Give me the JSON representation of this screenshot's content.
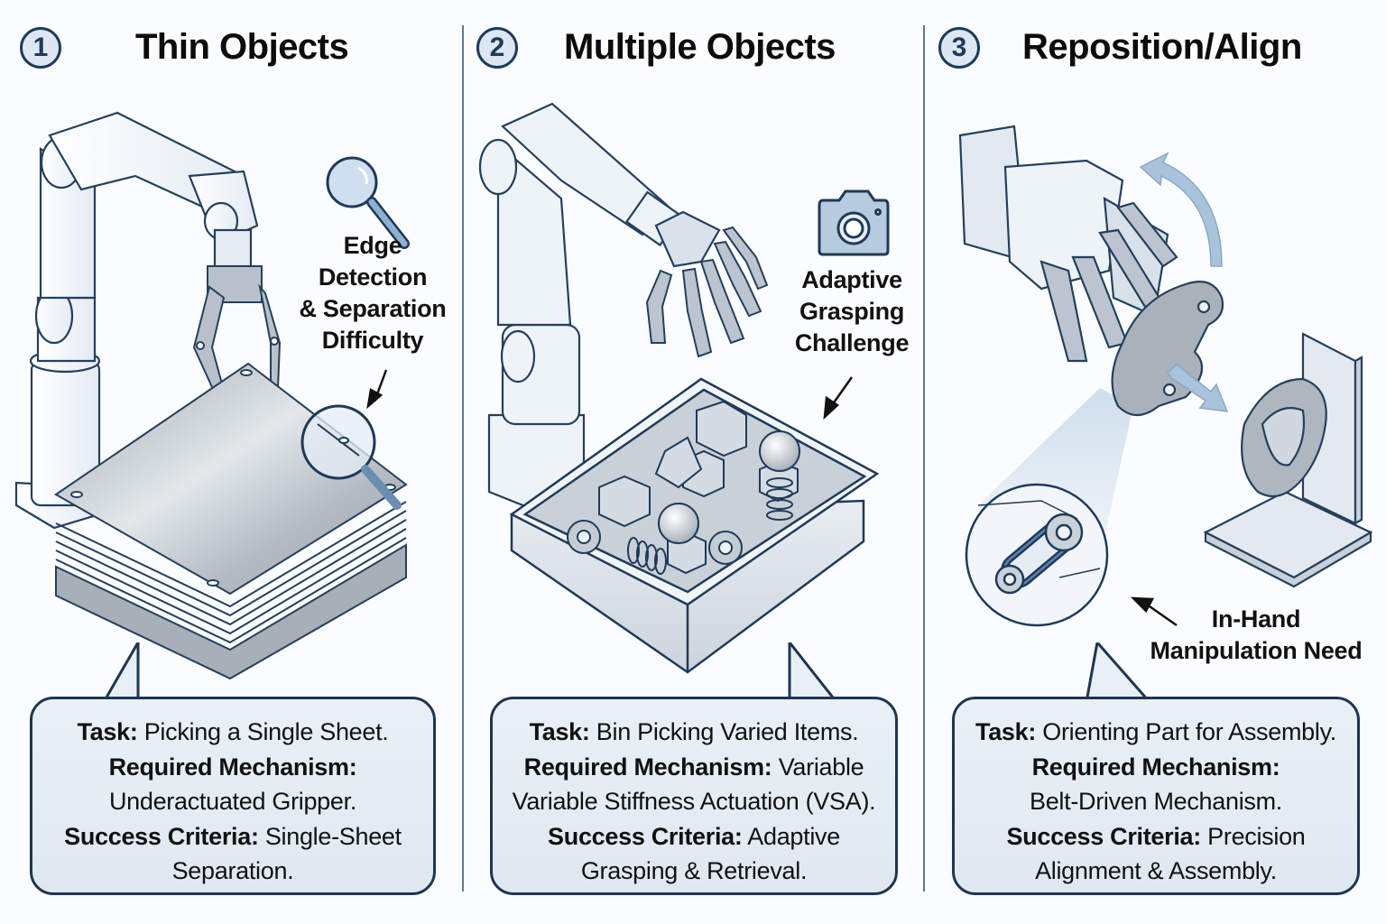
{
  "colors": {
    "accent_navy": "#1e3a5a",
    "badge_fill": "#dde7f1",
    "box_fill": "#e4ecf4",
    "divider": "#5f7890",
    "metal": "#b9c0c8",
    "highlight_blue": "#8fb0d0"
  },
  "panels": [
    {
      "number": "1",
      "title": "Thin Objects",
      "icon": "magnifier-icon",
      "callout": [
        "Edge",
        "Detection",
        "& Separation",
        "Difficulty"
      ],
      "box": {
        "lines": [
          {
            "bold": "Task:",
            "text": " Picking a Single Sheet."
          },
          {
            "bold": "Required Mechanism:",
            "text": ""
          },
          {
            "bold": "",
            "text": "Underactuated Gripper."
          },
          {
            "bold": "Success Criteria:",
            "text": " Single-Sheet"
          },
          {
            "bold": "",
            "text": "Separation."
          }
        ]
      }
    },
    {
      "number": "2",
      "title": "Multiple Objects",
      "icon": "camera-icon",
      "callout": [
        "Adaptive",
        "Grasping",
        "Challenge"
      ],
      "box": {
        "lines": [
          {
            "bold": "Task:",
            "text": " Bin Picking Varied Items."
          },
          {
            "bold": "Required Mechanism:",
            "text": " Variable"
          },
          {
            "bold": "",
            "text": "Variable Stiffness Actuation (VSA)."
          },
          {
            "bold": "Success Criteria:",
            "text": " Adaptive"
          },
          {
            "bold": "",
            "text": "Grasping & Retrieval."
          }
        ]
      }
    },
    {
      "number": "3",
      "title": "Reposition/Align",
      "icon": "rotate-arrow-icon",
      "callout": [
        "In-Hand",
        "Manipulation Need"
      ],
      "box": {
        "lines": [
          {
            "bold": "Task:",
            "text": " Orienting Part for Assembly."
          },
          {
            "bold": "Required Mechanism:",
            "text": ""
          },
          {
            "bold": "",
            "text": "Belt-Driven Mechanism."
          },
          {
            "bold": "Success Criteria:",
            "text": " Precision"
          },
          {
            "bold": "",
            "text": "Alignment & Assembly."
          }
        ]
      }
    }
  ]
}
